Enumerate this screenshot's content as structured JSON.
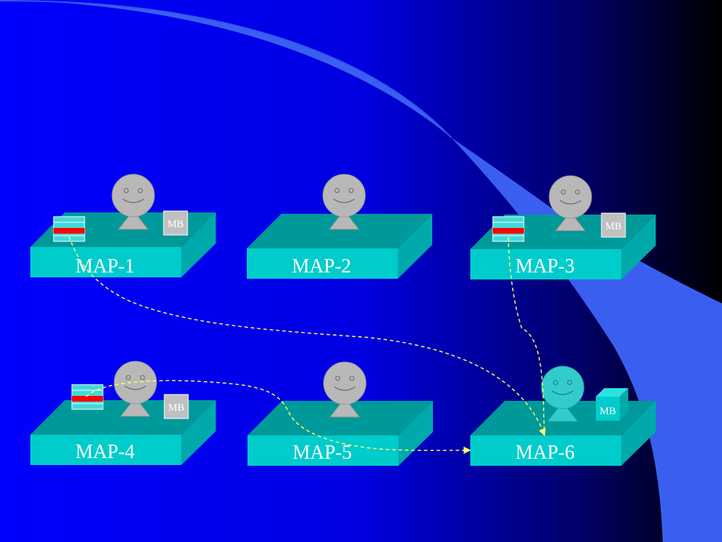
{
  "colors": {
    "background_left": "#0000ff",
    "background_right": "#000000",
    "curve_band": "#3a5ff0",
    "platform_top": "#009999",
    "platform_front": "#00cccc",
    "platform_side": "#00aaaa",
    "agent_gray": "#b8b8b8",
    "agent_cyan": "#33cccc",
    "mb_gray": "#c0c0c0",
    "stack_cyan": "#44d8d8",
    "stack_red": "#ff0000",
    "path_line": "#ffff66"
  },
  "nodes": [
    {
      "id": "map-1",
      "label": "MAP-1"
    },
    {
      "id": "map-2",
      "label": "MAP-2"
    },
    {
      "id": "map-3",
      "label": "MAP-3"
    },
    {
      "id": "map-4",
      "label": "MAP-4"
    },
    {
      "id": "map-5",
      "label": "MAP-5"
    },
    {
      "id": "map-6",
      "label": "MAP-6"
    }
  ],
  "mobile_boxes": [
    {
      "node": "map-1",
      "label": "MB"
    },
    {
      "node": "map-3",
      "label": "MB"
    },
    {
      "node": "map-4",
      "label": "MB"
    },
    {
      "node": "map-6",
      "label": "MB"
    }
  ],
  "agents": [
    {
      "node": "map-1",
      "color": "gray"
    },
    {
      "node": "map-2",
      "color": "gray"
    },
    {
      "node": "map-3",
      "color": "gray"
    },
    {
      "node": "map-4",
      "color": "gray"
    },
    {
      "node": "map-5",
      "color": "gray"
    },
    {
      "node": "map-6",
      "color": "cyan"
    }
  ],
  "stacks": [
    "map-1",
    "map-3",
    "map-4"
  ],
  "edges": [
    {
      "from": "map-1",
      "to": "map-6",
      "style": "dashed"
    },
    {
      "from": "map-3",
      "to": "map-6",
      "style": "dashed"
    },
    {
      "from": "map-4",
      "to": "map-6",
      "style": "dashed"
    }
  ]
}
